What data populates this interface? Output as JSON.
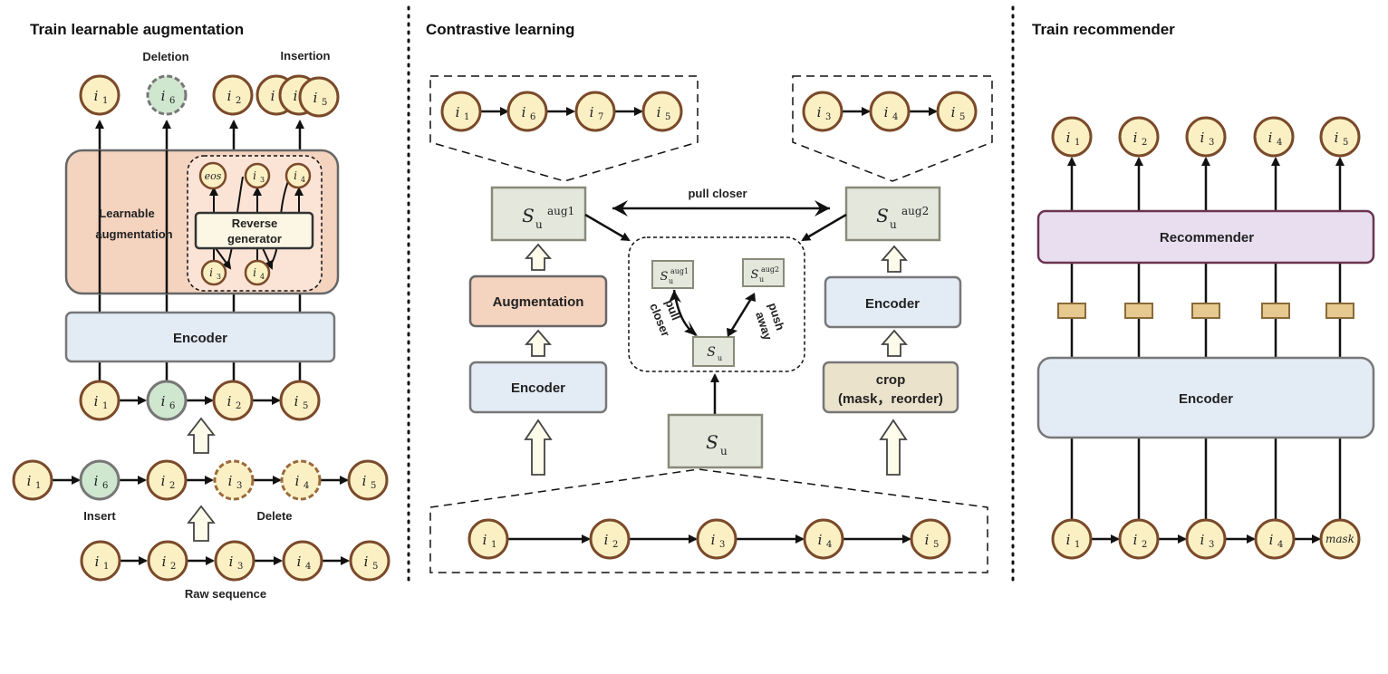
{
  "titles": {
    "left": "Train learnable augmentation",
    "middle": "Contrastive learning",
    "right": "Train recommender"
  },
  "left": {
    "deletion": "Deletion",
    "insertion": "Insertion",
    "learnable_aug_line1": "Learnable",
    "learnable_aug_line2": "augmentation",
    "reverse_gen_line1": "Reverse",
    "reverse_gen_line2": "generator",
    "eos": "eos",
    "encoder": "Encoder",
    "insert": "Insert",
    "delete": "Delete",
    "raw_sequence": "Raw sequence",
    "top_items": [
      "1",
      "6",
      "2",
      "1",
      "1",
      "5"
    ],
    "encoder_input_items": [
      "1",
      "6",
      "2",
      "5"
    ],
    "edited_items": [
      "1",
      "6",
      "2",
      "3",
      "4",
      "5"
    ],
    "raw_items": [
      "1",
      "2",
      "3",
      "4",
      "5"
    ],
    "inner_top": [
      "3",
      "4"
    ],
    "inner_bottom": [
      "3",
      "4"
    ]
  },
  "middle": {
    "aug1_items": [
      "1",
      "6",
      "7",
      "5"
    ],
    "aug2_items": [
      "3",
      "4",
      "5"
    ],
    "pull_closer": "pull closer",
    "augmentation": "Augmentation",
    "encoder_left": "Encoder",
    "encoder_right": "Encoder",
    "crop_line1": "crop",
    "crop_line2": "(mask，reorder)",
    "inner_pull_line1": "pull",
    "inner_pull_line2": "closer",
    "inner_push_line1": "push",
    "inner_push_line2": "away",
    "s_sym": "S",
    "s_sub": "u",
    "aug1_sup": "aug1",
    "aug2_sup": "aug2",
    "bottom_items": [
      "1",
      "2",
      "3",
      "4",
      "5"
    ]
  },
  "right": {
    "recommender": "Recommender",
    "encoder": "Encoder",
    "output_items": [
      "1",
      "2",
      "3",
      "4",
      "5"
    ],
    "input_items": [
      "1",
      "2",
      "3",
      "4"
    ],
    "mask": "mask"
  },
  "colors": {
    "item_fill": "#fbf0c4",
    "item_stroke": "#7a4a2a",
    "green_fill": "#cfe6cf",
    "learnable_fill": "#f4d3bf",
    "inner_fill": "#fbe3d6",
    "encoder_fill": "#e3ebf5",
    "seq_box_fill": "#e4e8dc",
    "crop_fill": "#ebe2cc",
    "recommender_fill": "#e8def0",
    "arrow_fill": "#fdfbea"
  }
}
